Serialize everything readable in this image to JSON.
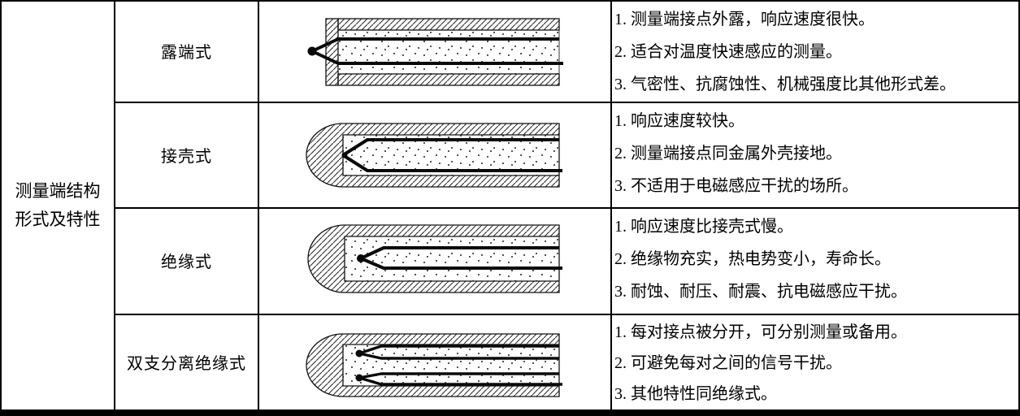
{
  "table": {
    "header": {
      "line1": "测量端结构",
      "line2": "形式及特性"
    },
    "rows": [
      {
        "type": "露端式",
        "diagram": "exposed-junction-diagram",
        "features": [
          "1. 测量端接点外露，响应速度很快。",
          "2. 适合对温度快速感应的测量。",
          "3. 气密性、抗腐蚀性、机械强度比其他形式差。"
        ]
      },
      {
        "type": "接壳式",
        "diagram": "shell-grounded-junction-diagram",
        "features": [
          "1. 响应速度较快。",
          "2. 测量端接点同金属外壳接地。",
          "3. 不适用于电磁感应干扰的场所。"
        ]
      },
      {
        "type": "绝缘式",
        "diagram": "insulated-junction-diagram",
        "features": [
          "1. 响应速度比接壳式慢。",
          "2. 绝缘物充实，热电势变小，寿命长。",
          "3. 耐蚀、耐压、耐震、抗电磁感应干扰。"
        ]
      },
      {
        "type": "双支分离绝缘式",
        "diagram": "dual-separated-insulated-junction-diagram",
        "features": [
          "1. 每对接点被分开，可分别测量或备用。",
          "2. 可避免每对之间的信号干扰。",
          "3. 其他特性同绝缘式。"
        ]
      }
    ],
    "colors": {
      "border": "#000000",
      "background": "#ffffff",
      "hatch": "#2a2a2a",
      "stipple": "#555555",
      "wire": "#0a0a0a"
    }
  }
}
